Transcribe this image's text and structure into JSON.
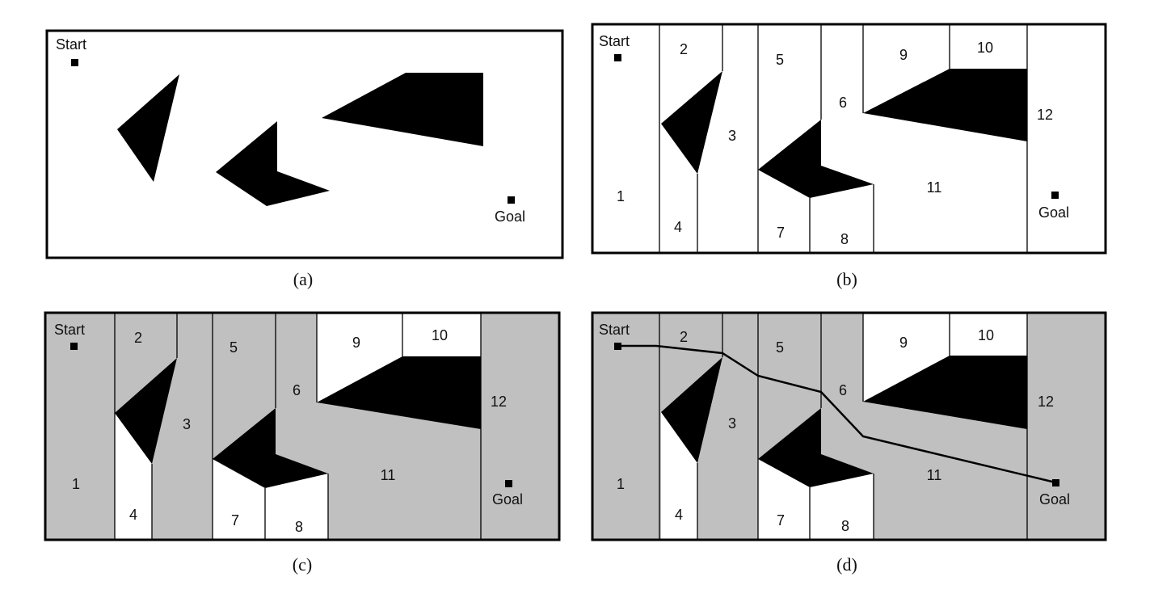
{
  "panels": [
    {
      "id": "a",
      "caption": "(a)",
      "start_label": "Start",
      "goal_label": "Goal",
      "cell_labels": [],
      "has_cells": false,
      "has_shading": false,
      "has_path": false
    },
    {
      "id": "b",
      "caption": "(b)",
      "start_label": "Start",
      "goal_label": "Goal",
      "cell_labels": [
        "1",
        "2",
        "3",
        "4",
        "5",
        "6",
        "7",
        "8",
        "9",
        "10",
        "11",
        "12"
      ],
      "has_cells": true,
      "has_shading": false,
      "has_path": false
    },
    {
      "id": "c",
      "caption": "(c)",
      "start_label": "Start",
      "goal_label": "Goal",
      "cell_labels": [
        "1",
        "2",
        "3",
        "4",
        "5",
        "6",
        "7",
        "8",
        "9",
        "10",
        "11",
        "12"
      ],
      "has_cells": true,
      "has_shading": true,
      "shaded_cells": [
        "1",
        "2",
        "3",
        "5",
        "6",
        "11",
        "12"
      ],
      "has_path": false
    },
    {
      "id": "d",
      "caption": "(d)",
      "start_label": "Start",
      "goal_label": "Goal",
      "cell_labels": [
        "1",
        "2",
        "3",
        "4",
        "5",
        "6",
        "7",
        "8",
        "9",
        "10",
        "11",
        "12"
      ],
      "has_cells": true,
      "has_shading": true,
      "shaded_cells": [
        "1",
        "2",
        "3",
        "5",
        "6",
        "11",
        "12"
      ],
      "has_path": true
    }
  ],
  "colors": {
    "obstacle": "#000000",
    "free": "#ffffff",
    "shaded": "#c0c0c0",
    "border": "#000000"
  }
}
